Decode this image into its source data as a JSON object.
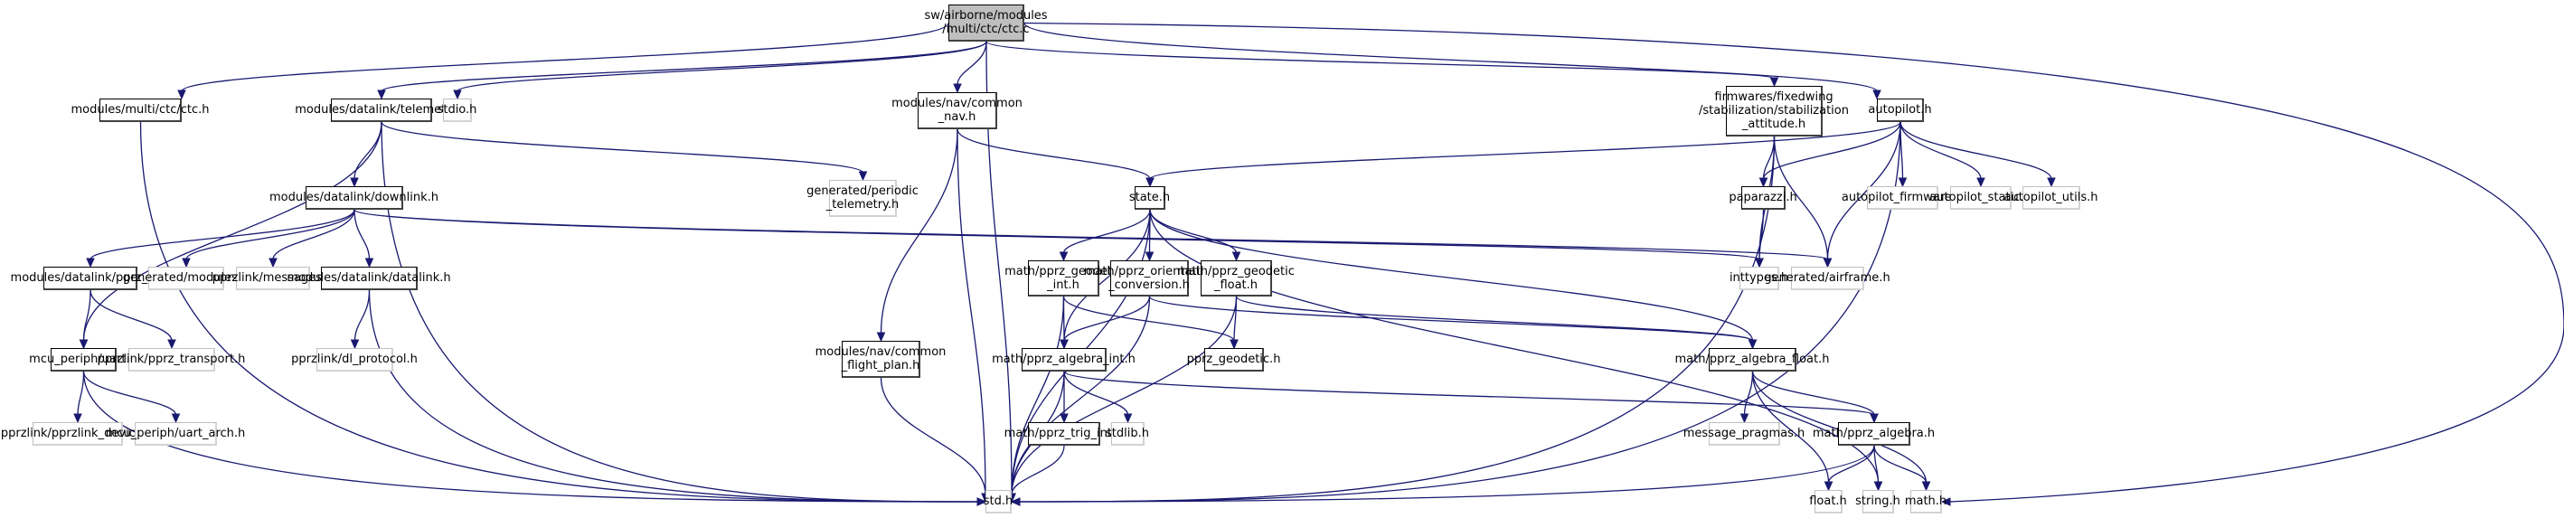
{
  "graph": {
    "title": "Include dependency graph for ctc.c",
    "edge_color": "#191970",
    "root_fill": "#bfbfbf",
    "nodes": [
      {
        "id": "root",
        "label": "sw/airborne/modules\n/multi/ctc/ctc.c",
        "kind": "root"
      },
      {
        "id": "ctc_h",
        "label": "modules/multi/ctc/ctc.h",
        "kind": "local"
      },
      {
        "id": "telemetry_h",
        "label": "modules/datalink/telemetry.h",
        "kind": "local"
      },
      {
        "id": "stdio_h",
        "label": "stdio.h",
        "kind": "system"
      },
      {
        "id": "common_nav_h",
        "label": "modules/nav/common\n_nav.h",
        "kind": "local"
      },
      {
        "id": "stab_att_h",
        "label": "firmwares/fixedwing\n/stabilization/stabilization\n_attitude.h",
        "kind": "local"
      },
      {
        "id": "autopilot_h",
        "label": "autopilot.h",
        "kind": "local"
      },
      {
        "id": "downlink_h",
        "label": "modules/datalink/downlink.h",
        "kind": "local"
      },
      {
        "id": "periodic_tel_h",
        "label": "generated/periodic\n_telemetry.h",
        "kind": "system"
      },
      {
        "id": "state_h",
        "label": "state.h",
        "kind": "local"
      },
      {
        "id": "paparazzi_h",
        "label": "paparazzi.h",
        "kind": "local"
      },
      {
        "id": "ap_firmware_h",
        "label": "autopilot_firmware.h",
        "kind": "system"
      },
      {
        "id": "ap_static_h",
        "label": "autopilot_static.h",
        "kind": "system"
      },
      {
        "id": "ap_utils_h",
        "label": "autopilot_utils.h",
        "kind": "system"
      },
      {
        "id": "pprz_dl_h",
        "label": "modules/datalink/pprz_dl.h",
        "kind": "local"
      },
      {
        "id": "gen_modules_h",
        "label": "generated/modules.h",
        "kind": "system"
      },
      {
        "id": "messages_h",
        "label": "pprzlink/messages.h",
        "kind": "system"
      },
      {
        "id": "datalink_h",
        "label": "modules/datalink/datalink.h",
        "kind": "local"
      },
      {
        "id": "geodetic_int_h",
        "label": "math/pprz_geodetic\n_int.h",
        "kind": "local"
      },
      {
        "id": "orient_conv_h",
        "label": "math/pprz_orientation\n_conversion.h",
        "kind": "local"
      },
      {
        "id": "geodetic_float_h",
        "label": "math/pprz_geodetic\n_float.h",
        "kind": "local"
      },
      {
        "id": "inttypes_h",
        "label": "inttypes.h",
        "kind": "system"
      },
      {
        "id": "airframe_h",
        "label": "generated/airframe.h",
        "kind": "system"
      },
      {
        "id": "uart_h",
        "label": "mcu_periph/uart.h",
        "kind": "local"
      },
      {
        "id": "pprz_transport_h",
        "label": "pprzlink/pprz_transport.h",
        "kind": "system"
      },
      {
        "id": "dl_protocol_h",
        "label": "pprzlink/dl_protocol.h",
        "kind": "system"
      },
      {
        "id": "flight_plan_h",
        "label": "modules/nav/common\n_flight_plan.h",
        "kind": "local"
      },
      {
        "id": "algebra_int_h",
        "label": "math/pprz_algebra_int.h",
        "kind": "local"
      },
      {
        "id": "pprz_geodetic_h",
        "label": "pprz_geodetic.h",
        "kind": "local"
      },
      {
        "id": "algebra_float_h",
        "label": "math/pprz_algebra_float.h",
        "kind": "local"
      },
      {
        "id": "pprzlink_device_h",
        "label": "pprzlink/pprzlink_device.h",
        "kind": "system"
      },
      {
        "id": "uart_arch_h",
        "label": "mcu_periph/uart_arch.h",
        "kind": "system"
      },
      {
        "id": "trig_int_h",
        "label": "math/pprz_trig_int.h",
        "kind": "local"
      },
      {
        "id": "stdlib_h",
        "label": "stdlib.h",
        "kind": "system"
      },
      {
        "id": "message_pragmas_h",
        "label": "message_pragmas.h",
        "kind": "system"
      },
      {
        "id": "pprz_algebra_h",
        "label": "math/pprz_algebra.h",
        "kind": "local"
      },
      {
        "id": "std_h",
        "label": "std.h",
        "kind": "system"
      },
      {
        "id": "float_h",
        "label": "float.h",
        "kind": "system"
      },
      {
        "id": "string_h",
        "label": "string.h",
        "kind": "system"
      },
      {
        "id": "math_h",
        "label": "math.h",
        "kind": "system"
      }
    ],
    "edges": [
      [
        "root",
        "ctc_h"
      ],
      [
        "root",
        "telemetry_h"
      ],
      [
        "root",
        "stdio_h"
      ],
      [
        "root",
        "common_nav_h"
      ],
      [
        "root",
        "std_h"
      ],
      [
        "root",
        "stab_att_h"
      ],
      [
        "root",
        "autopilot_h"
      ],
      [
        "root",
        "math_h"
      ],
      [
        "ctc_h",
        "std_h"
      ],
      [
        "telemetry_h",
        "downlink_h"
      ],
      [
        "telemetry_h",
        "periodic_tel_h"
      ],
      [
        "telemetry_h",
        "std_h"
      ],
      [
        "telemetry_h",
        "uart_h"
      ],
      [
        "common_nav_h",
        "state_h"
      ],
      [
        "common_nav_h",
        "flight_plan_h"
      ],
      [
        "common_nav_h",
        "std_h"
      ],
      [
        "stab_att_h",
        "paparazzi_h"
      ],
      [
        "stab_att_h",
        "inttypes_h"
      ],
      [
        "stab_att_h",
        "airframe_h"
      ],
      [
        "stab_att_h",
        "std_h"
      ],
      [
        "autopilot_h",
        "state_h"
      ],
      [
        "autopilot_h",
        "paparazzi_h"
      ],
      [
        "autopilot_h",
        "airframe_h"
      ],
      [
        "autopilot_h",
        "ap_firmware_h"
      ],
      [
        "autopilot_h",
        "ap_static_h"
      ],
      [
        "autopilot_h",
        "ap_utils_h"
      ],
      [
        "autopilot_h",
        "std_h"
      ],
      [
        "downlink_h",
        "pprz_dl_h"
      ],
      [
        "downlink_h",
        "gen_modules_h"
      ],
      [
        "downlink_h",
        "messages_h"
      ],
      [
        "downlink_h",
        "datalink_h"
      ],
      [
        "downlink_h",
        "inttypes_h"
      ],
      [
        "downlink_h",
        "airframe_h"
      ],
      [
        "state_h",
        "geodetic_int_h"
      ],
      [
        "state_h",
        "orient_conv_h"
      ],
      [
        "state_h",
        "geodetic_float_h"
      ],
      [
        "state_h",
        "std_h"
      ],
      [
        "state_h",
        "algebra_int_h"
      ],
      [
        "state_h",
        "algebra_float_h"
      ],
      [
        "state_h",
        "string_h"
      ],
      [
        "paparazzi_h",
        "inttypes_h"
      ],
      [
        "pprz_dl_h",
        "uart_h"
      ],
      [
        "pprz_dl_h",
        "pprz_transport_h"
      ],
      [
        "datalink_h",
        "dl_protocol_h"
      ],
      [
        "datalink_h",
        "std_h"
      ],
      [
        "geodetic_int_h",
        "algebra_int_h"
      ],
      [
        "geodetic_int_h",
        "pprz_geodetic_h"
      ],
      [
        "geodetic_int_h",
        "std_h"
      ],
      [
        "orient_conv_h",
        "algebra_int_h"
      ],
      [
        "orient_conv_h",
        "algebra_float_h"
      ],
      [
        "orient_conv_h",
        "std_h"
      ],
      [
        "geodetic_float_h",
        "pprz_geodetic_h"
      ],
      [
        "geodetic_float_h",
        "algebra_float_h"
      ],
      [
        "geodetic_float_h",
        "std_h"
      ],
      [
        "uart_h",
        "pprzlink_device_h"
      ],
      [
        "uart_h",
        "uart_arch_h"
      ],
      [
        "uart_h",
        "std_h"
      ],
      [
        "flight_plan_h",
        "std_h"
      ],
      [
        "algebra_int_h",
        "trig_int_h"
      ],
      [
        "algebra_int_h",
        "stdlib_h"
      ],
      [
        "algebra_int_h",
        "std_h"
      ],
      [
        "algebra_int_h",
        "pprz_algebra_h"
      ],
      [
        "algebra_float_h",
        "message_pragmas_h"
      ],
      [
        "algebra_float_h",
        "pprz_algebra_h"
      ],
      [
        "algebra_float_h",
        "float_h"
      ],
      [
        "algebra_float_h",
        "math_h"
      ],
      [
        "trig_int_h",
        "std_h"
      ],
      [
        "pprz_algebra_h",
        "std_h"
      ],
      [
        "pprz_algebra_h",
        "float_h"
      ],
      [
        "pprz_algebra_h",
        "string_h"
      ],
      [
        "pprz_algebra_h",
        "math_h"
      ]
    ]
  }
}
